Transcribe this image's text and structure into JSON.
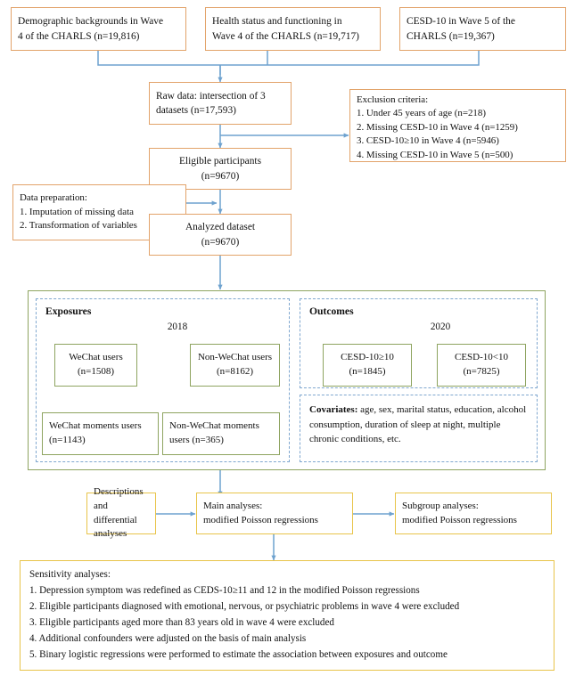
{
  "figure": {
    "type": "flowchart",
    "title": "Study flow diagram of CHARLS WeChat use and depressive symptoms analysis"
  },
  "sources": [
    {
      "l1": "Demographic backgrounds in Wave",
      "l2": "4 of the CHARLS (n=19,816)"
    },
    {
      "l1": "Health status and functioning in",
      "l2": "Wave 4 of the CHARLS (n=19,717)"
    },
    {
      "l1": "CESD-10 in Wave 5 of the",
      "l2": "CHARLS (n=19,367)"
    }
  ],
  "pipeline": {
    "raw_data": {
      "l1": "Raw data: intersection of 3",
      "l2": "datasets (n=17,593)"
    },
    "eligible": {
      "l1": "Eligible participants",
      "l2": "(n=9670)"
    },
    "analyzed": {
      "l1": "Analyzed dataset",
      "l2": "(n=9670)"
    }
  },
  "exclusion": {
    "heading": "Exclusion criteria:",
    "items": [
      "1. Under 45 years of age (n=218)",
      "2. Missing CESD-10 in Wave 4 (n=1259)",
      "3. CESD-10≥10 in Wave 4 (n=5946)",
      "4. Missing CESD-10 in Wave 5 (n=500)"
    ]
  },
  "data_preparation": {
    "heading": "Data preparation:",
    "items": [
      "1. Imputation of missing data",
      "2. Transformation of variables"
    ]
  },
  "exposures": {
    "title": "Exposures",
    "year": "2018",
    "boxes": [
      {
        "l1": "WeChat users",
        "l2": "(n=1508)"
      },
      {
        "l1": "Non-WeChat users",
        "l2": "(n=8162)"
      },
      {
        "l1": "WeChat moments users",
        "l2": "(n=1143)"
      },
      {
        "l1": "Non-WeChat  moments",
        "l2": "users (n=365)"
      }
    ]
  },
  "outcomes": {
    "title": "Outcomes",
    "year": "2020",
    "boxes": [
      {
        "l1": "CESD-10≥10",
        "l2": "(n=1845)"
      },
      {
        "l1": "CESD-10<10",
        "l2": "(n=7825)"
      }
    ]
  },
  "covariates": {
    "label": "Covariates:",
    "text": " age, sex, marital status, education, alcohol consumption, duration of sleep at night, multiple chronic conditions, etc."
  },
  "analyses": [
    {
      "l1": "Descriptions and",
      "l2": "differential analyses"
    },
    {
      "l1": "Main analyses:",
      "l2": "modified Poisson regressions"
    },
    {
      "l1": "Subgroup analyses:",
      "l2": "modified Poisson regressions"
    }
  ],
  "sensitivity": {
    "heading": "Sensitivity analyses:",
    "items": [
      "1. Depression symptom was redefined as CEDS-10≥11 and 12 in the modified Poisson regressions",
      "2. Eligible participants diagnosed with emotional, nervous, or psychiatric problems in wave 4 were excluded",
      "3. Eligible participants aged more than 83 years old in wave 4 were excluded",
      "4. Additional confounders were adjusted on the basis of main analysis",
      "5. Binary logistic regressions were performed to estimate the association between exposures and outcome"
    ]
  },
  "colors": {
    "orange_border": "#e2a36a",
    "green_border": "#8ea460",
    "gold_border": "#e8c44a",
    "connector_blue": "#6ea2cf",
    "dashed_blue": "#7fa7cf",
    "background": "#ffffff",
    "text": "#111111"
  }
}
